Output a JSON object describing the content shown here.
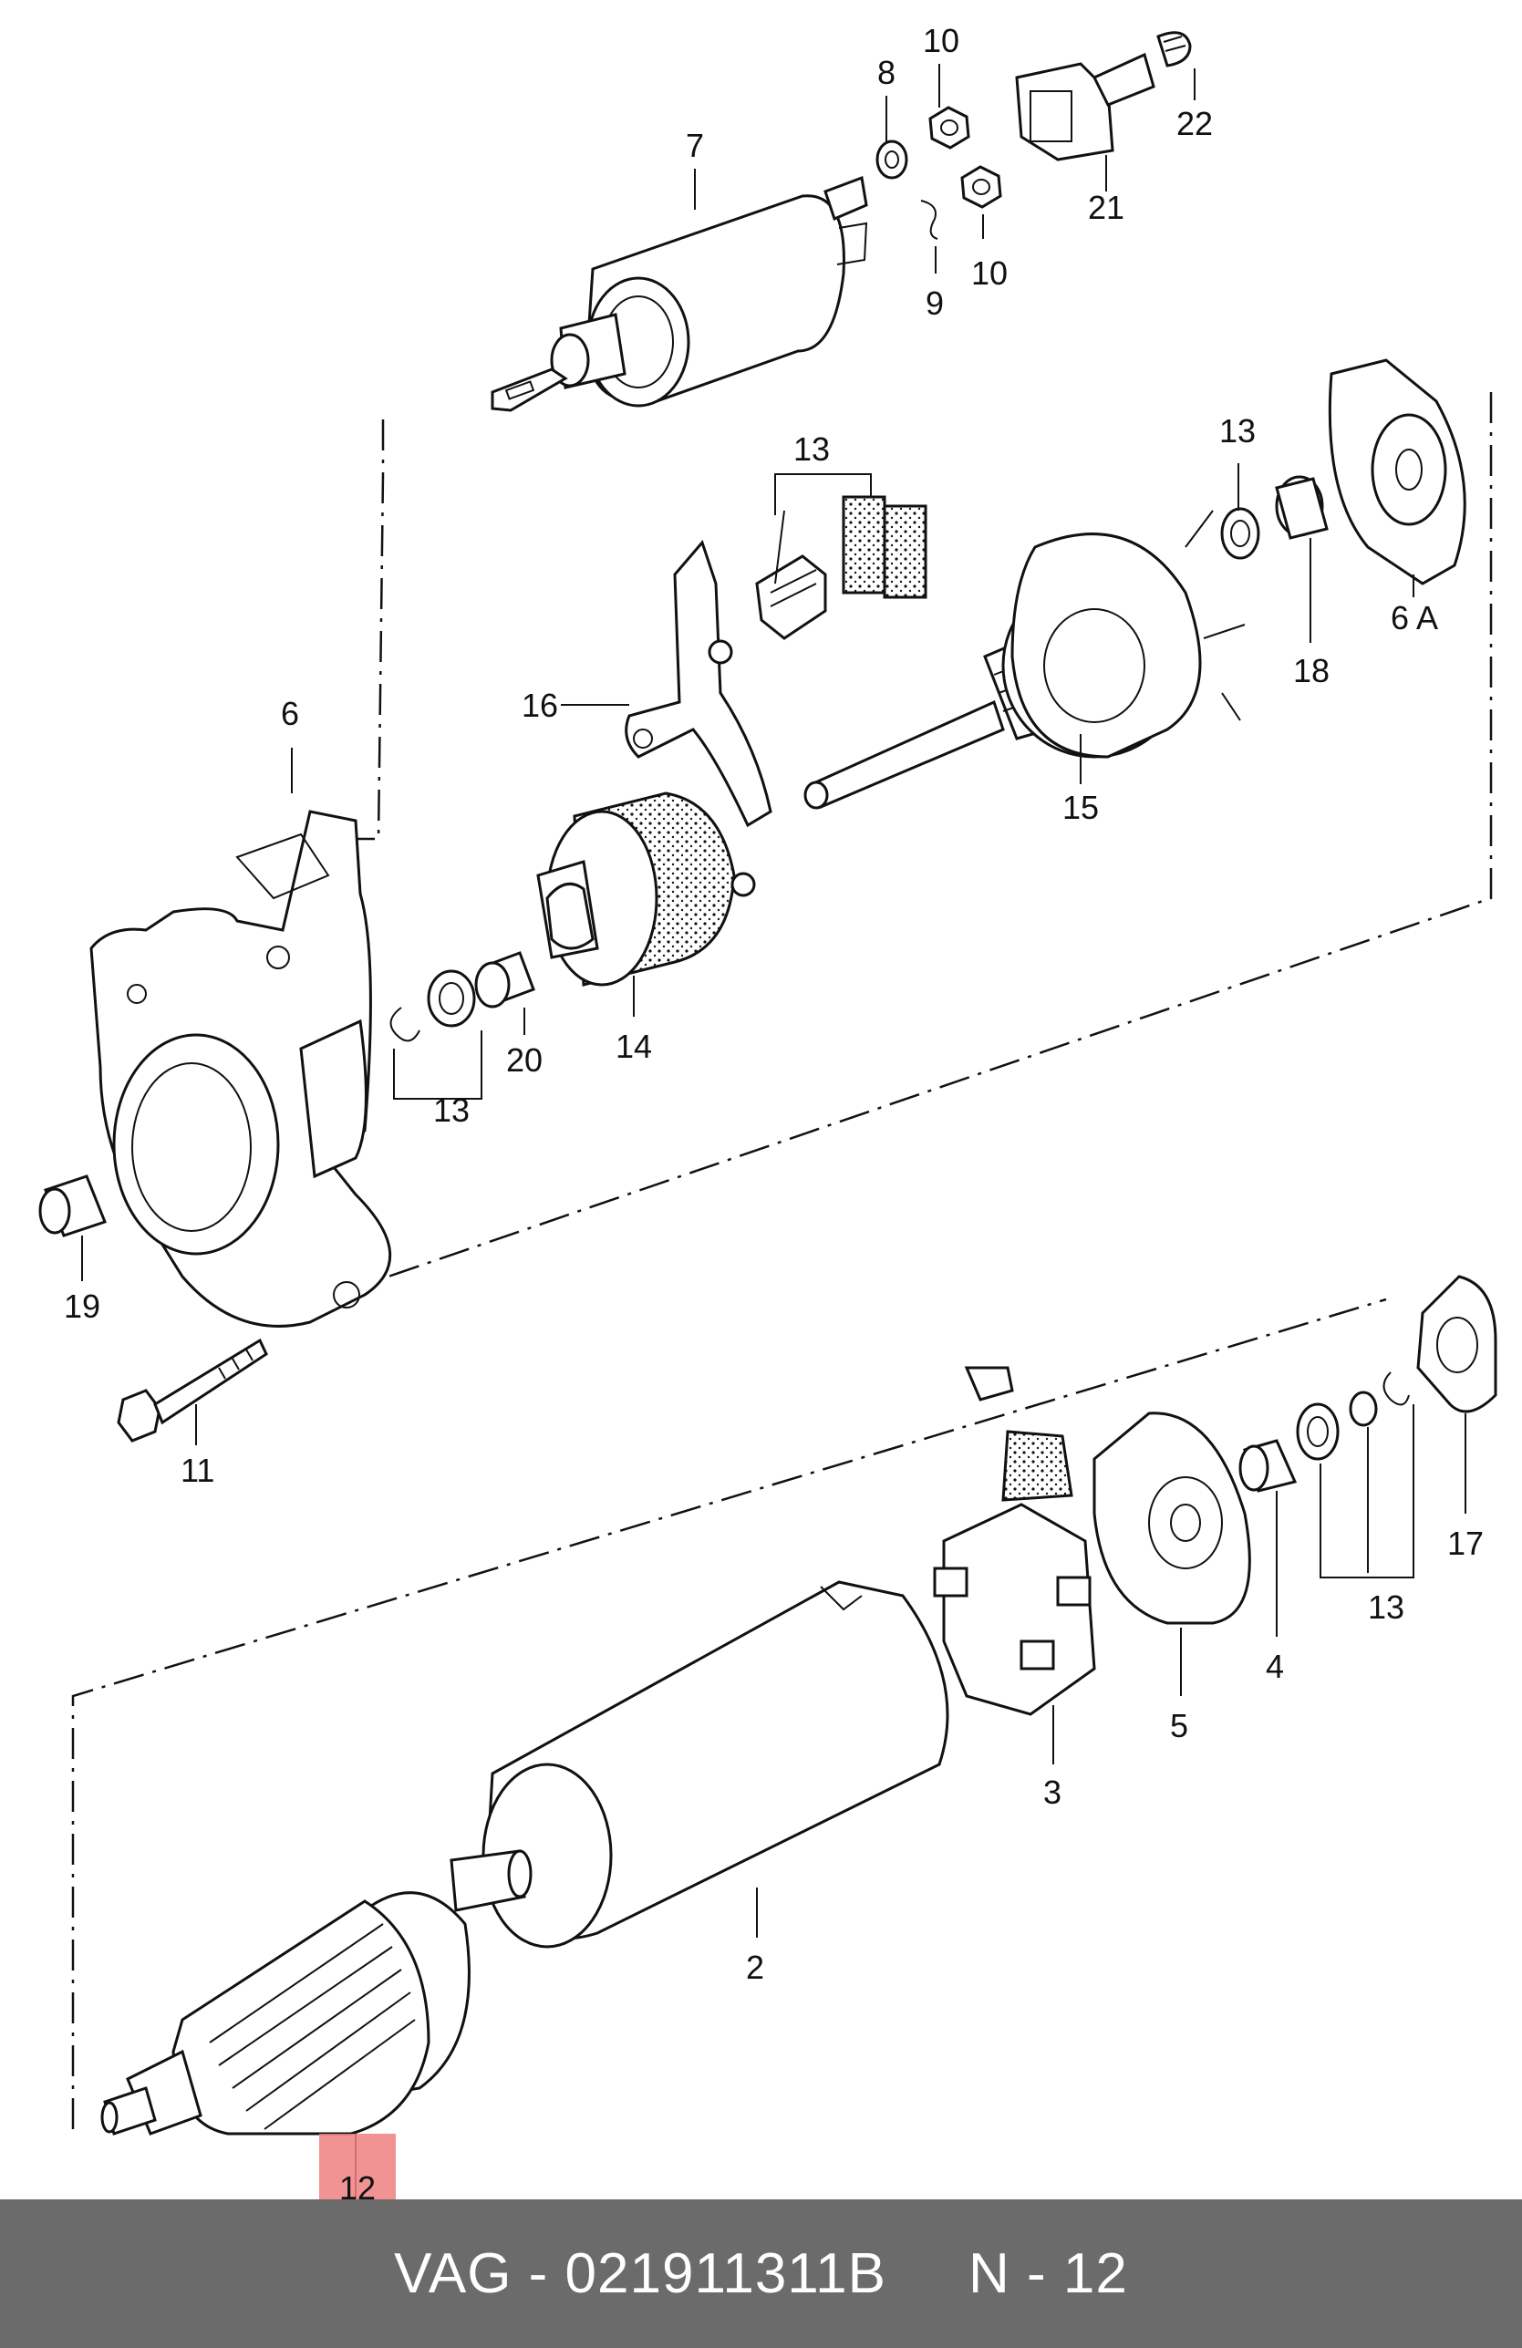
{
  "labels": {
    "p2": "2",
    "p3": "3",
    "p4": "4",
    "p5": "5",
    "p6": "6",
    "p6a": "6 A",
    "p7": "7",
    "p8": "8",
    "p9": "9",
    "p10a": "10",
    "p10b": "10",
    "p11": "11",
    "p12": "12",
    "p13a": "13",
    "p13b": "13",
    "p13c": "13",
    "p14": "14",
    "p15": "15",
    "p16": "16",
    "p17": "17",
    "p18": "18",
    "p19": "19",
    "p20": "20",
    "p21": "21",
    "p22": "22"
  },
  "highlight": {
    "part": "12",
    "color": "#f08080"
  },
  "footer": {
    "part_code": "VAG - 021911311B",
    "page_ref": "N - 12"
  }
}
